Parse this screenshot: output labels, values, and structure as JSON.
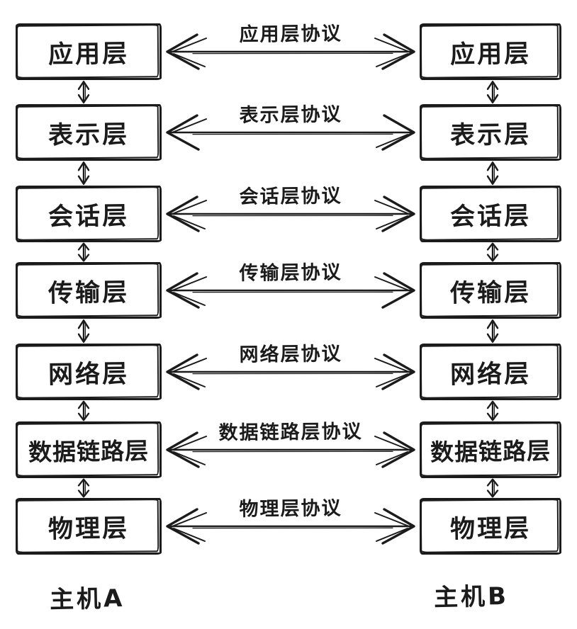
{
  "diagram": {
    "title_implicit": "OSI seven-layer model between two hosts",
    "ink_color": "#1b1b1b",
    "background_color": "#ffffff",
    "layers": [
      {
        "name": "应用层",
        "protocol": "应用层协议"
      },
      {
        "name": "表示层",
        "protocol": "表示层协议"
      },
      {
        "name": "会话层",
        "protocol": "会话层协议"
      },
      {
        "name": "传输层",
        "protocol": "传输层协议"
      },
      {
        "name": "网络层",
        "protocol": "网络层协议"
      },
      {
        "name": "数据链路层",
        "protocol": "数据链路层协议"
      },
      {
        "name": "物理层",
        "protocol": "物理层协议"
      }
    ],
    "hosts": {
      "left": "主机A",
      "right": "主机B"
    }
  }
}
